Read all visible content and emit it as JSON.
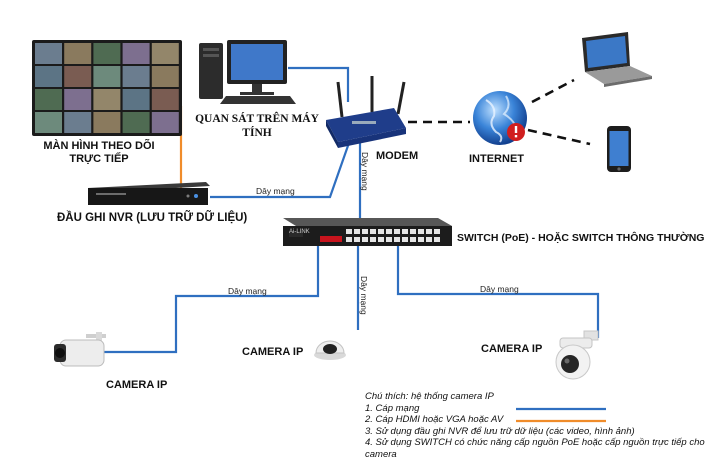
{
  "labels": {
    "monitor_wall": "MÀN HÌNH THEO DÕI TRỰC TIẾP",
    "pc": "QUAN SÁT TRÊN MÁY TÍNH",
    "modem": "MODEM",
    "internet": "INTERNET",
    "nvr": "ĐẦU GHI NVR (LƯU TRỮ DỮ LIỆU)",
    "switch": "SWITCH (PoE)  - HOẶC SWITCH THÔNG THƯỜNG",
    "camera_left": "CAMERA IP",
    "camera_mid": "CAMERA IP",
    "camera_right": "CAMERA IP",
    "switch_brand": "Ai-LINK"
  },
  "cables": {
    "nvr_to_modem": "Dây mạng",
    "modem_to_switch": "Dây mạng",
    "switch_to_left": "Dây mạng",
    "switch_to_mid": "Dây mạng",
    "switch_to_right": "Dây mạng"
  },
  "legend": {
    "title": "Chú thích: hệ thống camera IP",
    "item1": "1. Cáp mạng",
    "item2": "2. Cáp HDMI hoặc VGA hoặc AV",
    "item3": "3. Sử dụng đầu ghi NVR để lưu trữ dữ liệu (các video, hình ảnh)",
    "item4": "4. Sử dụng SWITCH có chức năng cấp nguồn PoE hoặc cấp nguồn trực tiếp cho camera"
  },
  "colors": {
    "network_cable": "#2f6fc0",
    "hdmi_cable": "#f08c2a",
    "internet_link": "#111111"
  },
  "icons": [
    "monitor-wall",
    "desktop-pc",
    "router",
    "globe",
    "laptop",
    "smartphone",
    "nvr-recorder",
    "poe-switch",
    "bullet-camera",
    "dome-camera",
    "ptz-camera"
  ]
}
